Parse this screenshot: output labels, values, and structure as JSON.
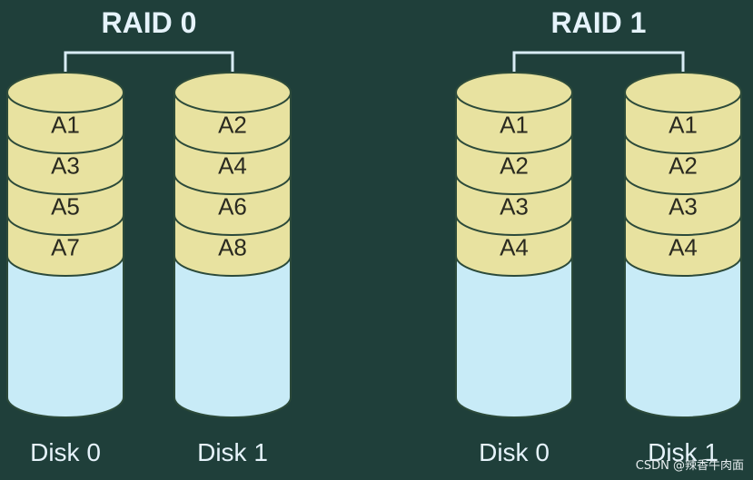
{
  "colors": {
    "background": "#1f3f3a",
    "block": "#e8e2a0",
    "empty": "#c8ebf7",
    "outline": "#2c4a3a",
    "connector": "#d8ecf5"
  },
  "groups": [
    {
      "title": "RAID 0",
      "disks": [
        {
          "label": "Disk 0",
          "blocks": [
            "A1",
            "A3",
            "A5",
            "A7"
          ]
        },
        {
          "label": "Disk 1",
          "blocks": [
            "A2",
            "A4",
            "A6",
            "A8"
          ]
        }
      ]
    },
    {
      "title": "RAID 1",
      "disks": [
        {
          "label": "Disk 0",
          "blocks": [
            "A1",
            "A2",
            "A3",
            "A4"
          ]
        },
        {
          "label": "Disk 1",
          "blocks": [
            "A1",
            "A2",
            "A3",
            "A4"
          ]
        }
      ]
    }
  ],
  "watermark": "CSDN @辣香牛肉面"
}
